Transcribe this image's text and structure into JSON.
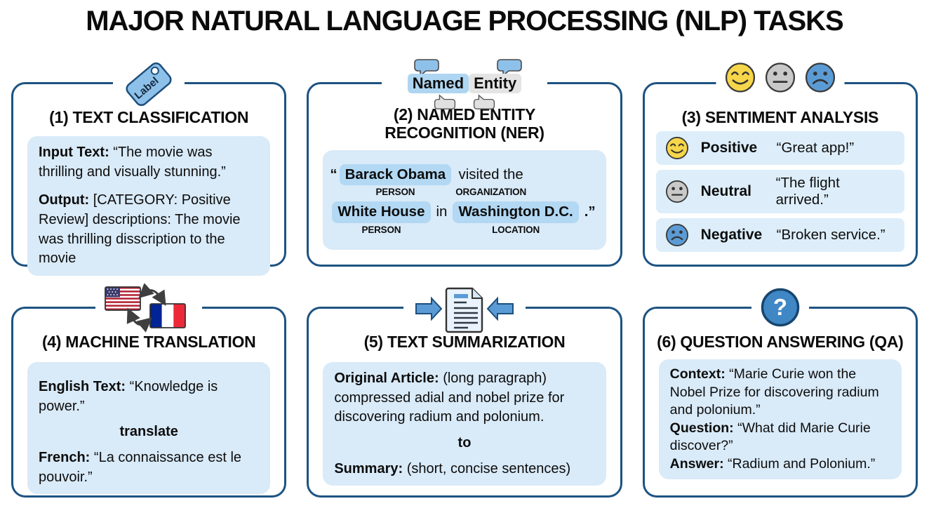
{
  "page_title": "MAJOR NATURAL LANGUAGE PROCESSING (NLP) TASKS",
  "colors": {
    "card_border": "#1d5382",
    "content_box_blue": "#d9eaf8",
    "entity_highlight_blue": "#b2d8f3",
    "entity_highlight_gray": "#e4e4e4",
    "positive_yellow": "#f6d64a",
    "neutral_gray": "#c9c9c9",
    "negative_blue": "#5b9bd5",
    "qa_circle_blue": "#3f87c5"
  },
  "card1": {
    "heading": "(1) TEXT CLASSIFICATION",
    "icon_tag_text": "Label",
    "input_label": "Input Text:",
    "input_text": "“The movie was thrilling and visually stunning.”",
    "output_label": "Output:",
    "output_text": "[CATEGORY: Positive Review] descriptions: The movie was thrilling disscription to the movie"
  },
  "card2": {
    "heading": "(2) NAMED ENTITY RECOGNITION (NER)",
    "icon_word1": "Named",
    "icon_word2": "Entity",
    "open_quote": "“",
    "entity1": "Barack Obama",
    "entity1_tag": "PERSON",
    "phrase1": "visited the",
    "phrase1_tag": "ORGANIZATION",
    "entity2": "White House",
    "entity2_tag": "PERSON",
    "connector": "in",
    "entity3": "Washington D.C.",
    "entity3_tag": "LOCATION",
    "closing": ".”"
  },
  "card3": {
    "heading": "(3) SENTIMENT ANALYSIS",
    "rows": [
      {
        "emoji": "happy-face-icon",
        "sentiment": "Positive",
        "quote": "“Great app!”"
      },
      {
        "emoji": "neutral-face-icon",
        "sentiment": "Neutral",
        "quote": "“The flight arrived.”"
      },
      {
        "emoji": "sad-face-icon",
        "sentiment": "Negative",
        "quote": "“Broken service.”"
      }
    ]
  },
  "card4": {
    "heading": "(4) MACHINE TRANSLATION",
    "english_label": "English Text:",
    "english_text": "“Knowledge is power.”",
    "connector": "translate",
    "french_label": "French:",
    "french_text": "“La connaissance est le pouvoir.”"
  },
  "card5": {
    "heading": "(5) TEXT SUMMARIZATION",
    "original_label": "Original Article:",
    "original_text": "(long paragraph) compressed adial and nobel prize for discovering radium and polonium.",
    "connector": "to",
    "summary_label": "Summary:",
    "summary_text": "(short, concise sentences)"
  },
  "card6": {
    "heading": "(6) QUESTION ANSWERING (QA)",
    "icon_glyph": "?",
    "context_label": "Context:",
    "context_text": "“Marie Curie won the Nobel Prize for discovering radium and polonium.”",
    "question_label": "Question:",
    "question_text": "“What did Marie Curie discover?”",
    "answer_label": "Answer:",
    "answer_text": "“Radium and Polonium.”"
  }
}
